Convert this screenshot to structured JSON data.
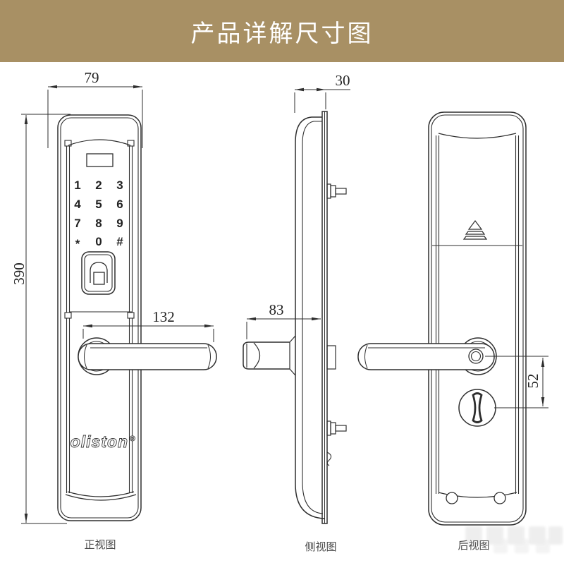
{
  "header": {
    "title": "产品详解尺寸图",
    "bg_color": "#A89064",
    "text_color": "#FFFFFF"
  },
  "drawing": {
    "line_color": "#2E2E2E",
    "views": {
      "front": {
        "label": "正视图",
        "brand": "oliston°",
        "keypad": {
          "keys": [
            "1",
            "2",
            "3",
            "4",
            "5",
            "6",
            "7",
            "8",
            "9",
            "*",
            "0",
            "#"
          ]
        },
        "dimensions": {
          "width": "79",
          "height": "390",
          "handle_length": "132"
        }
      },
      "side": {
        "label": "侧视图",
        "dimensions": {
          "thickness": "30",
          "handle_depth": "83"
        }
      },
      "back": {
        "label": "后视图",
        "dimensions": {
          "handle_to_keyhole": "52"
        }
      }
    }
  }
}
